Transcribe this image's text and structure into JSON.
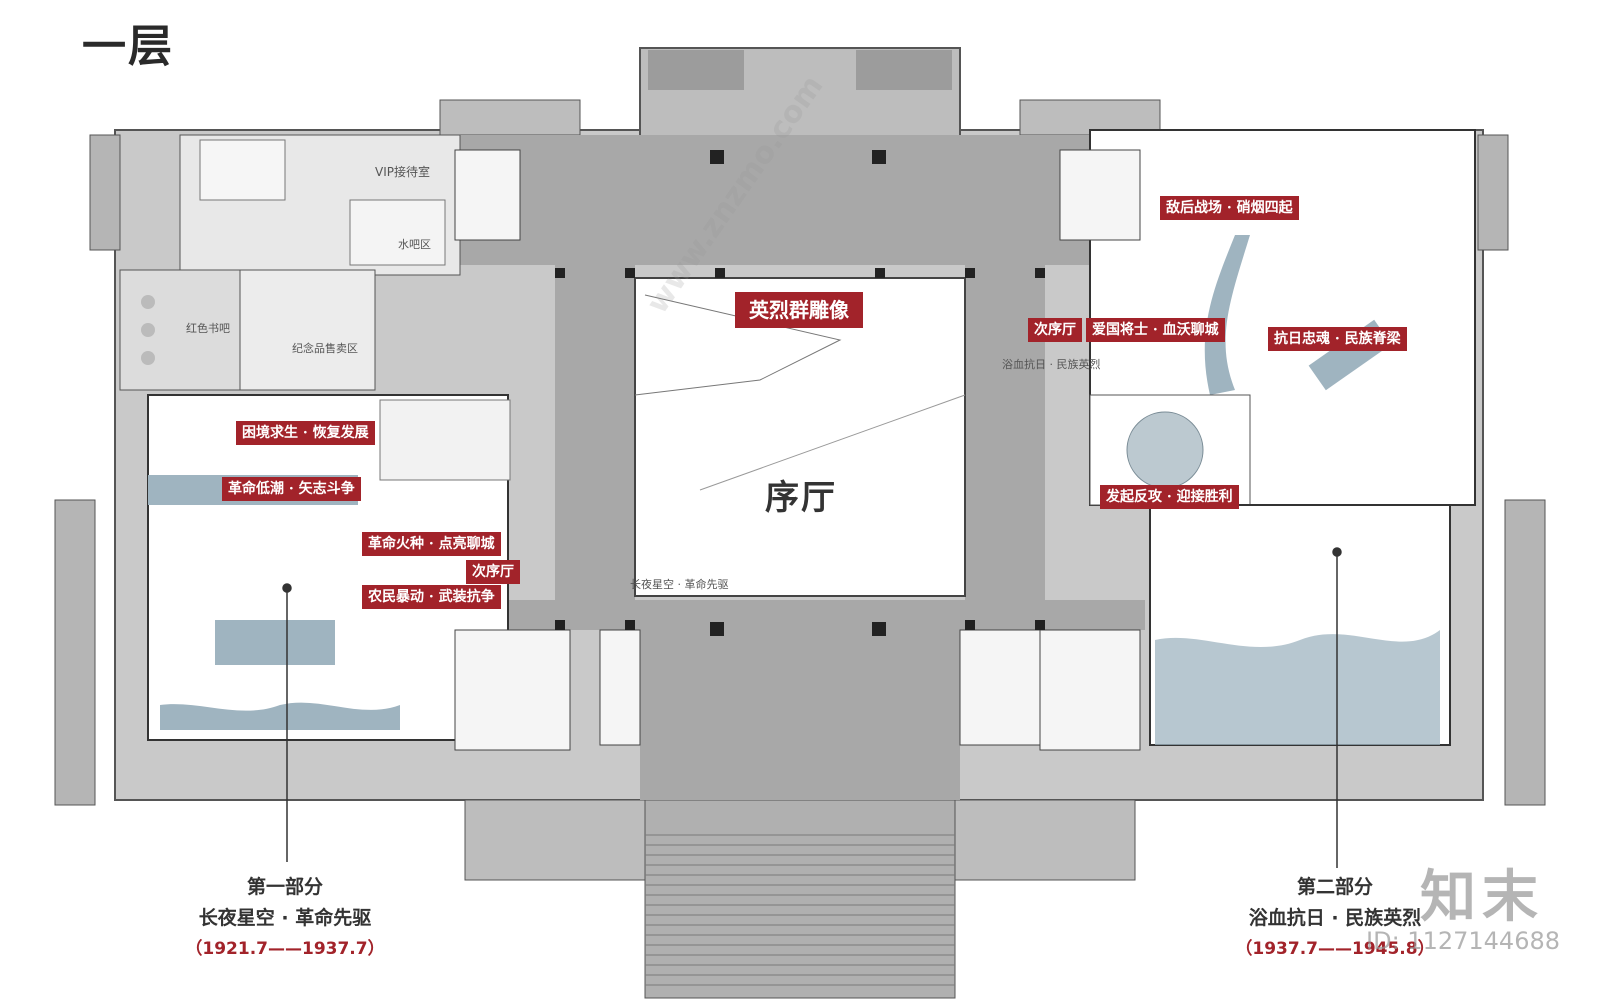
{
  "floor_title": "一层",
  "central_hall": "序厅",
  "section_tags": {
    "heroes_sculpture": "英烈群雕像",
    "plight": "困境求生 · 恢复发展",
    "low_tide": "革命低潮 · 矢志斗争",
    "spark": "革命火种 · 点亮聊城",
    "sub_hall_left": "次序厅",
    "peasant_revolt": "农民暴动 · 武装抗争",
    "sub_hall_right": "次序厅",
    "patriot_generals": "爱国将士 · 血沃聊城",
    "behind_enemy": "敌后战场 · 硝烟四起",
    "loyal_souls": "抗日忠魂 · 民族脊梁",
    "counterattack": "发起反攻 · 迎接胜利"
  },
  "room_labels": {
    "vip": "VIP接待室",
    "water_bar": "水吧区",
    "red_bookbar": "红色书吧",
    "souvenir": "纪念品售卖区",
    "corridor_left": "长夜星空 · 革命先驱",
    "corridor_right": "浴血抗日 · 民族英烈"
  },
  "part_one": {
    "label": "第一部分",
    "title": "长夜星空 · 革命先驱",
    "dates": "（1921.7——1937.7）"
  },
  "part_two": {
    "label": "第二部分",
    "title": "浴血抗日 · 民族英烈",
    "dates": "（1937.7——1945.8）"
  },
  "watermark": {
    "logo": "知末",
    "id": "ID: 1127144688",
    "site": "www.znzmo.com"
  },
  "colors": {
    "tag_red": "#a2232a",
    "wall_gray": "#a3a3a3",
    "corridor_gray": "#cfcfcf",
    "exhibit_blue": "#9fb4c0"
  }
}
